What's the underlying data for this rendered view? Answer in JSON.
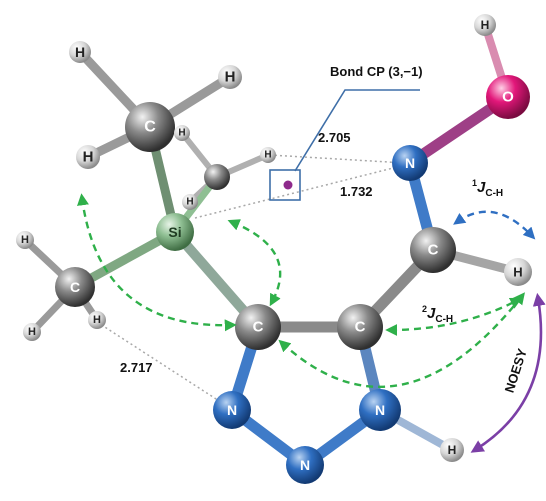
{
  "atoms": {
    "c_methyl_top": "C",
    "h_top_left": "H",
    "h_top_right": "H",
    "h_mid_left": "H",
    "c_methyl_mid": "",
    "h_mid_a": "H",
    "h_mid_b": "H",
    "h_mid_c": "H",
    "si": "Si",
    "c_methyl_left": "C",
    "h_left_a": "H",
    "h_left_b": "H",
    "h_left_c": "H",
    "c_ring_left": "C",
    "c_ring_right": "C",
    "c_imine": "C",
    "h_imine": "H",
    "n_oxime": "N",
    "o_oxime": "O",
    "h_oxime": "H",
    "n_ring_left": "N",
    "n_ring_bottom": "N",
    "n_ring_right": "N",
    "h_ring_n": "H"
  },
  "labels": {
    "bond_cp": "Bond CP (3,−1)",
    "dist_top": "2.705",
    "dist_mid": "1.732",
    "dist_left": "2.717",
    "j1_prefix": "1",
    "j1_main": "J",
    "j1_sub": "C-H",
    "j2_prefix": "2",
    "j2_main": "J",
    "j2_sub": "C-H",
    "noesy": "NOESY"
  },
  "colors": {
    "carbon": "#6f6f6f",
    "hydrogen": "#d8d8d8",
    "silicon": "#8fbf93",
    "nitrogen": "#2f6fc2",
    "oxygen": "#e2177a",
    "cp_point": "#8e2a8c",
    "green_arrow": "#2fb04a",
    "blue_arrow": "#2f6fc2",
    "purple_arrow": "#7b3fa6"
  }
}
